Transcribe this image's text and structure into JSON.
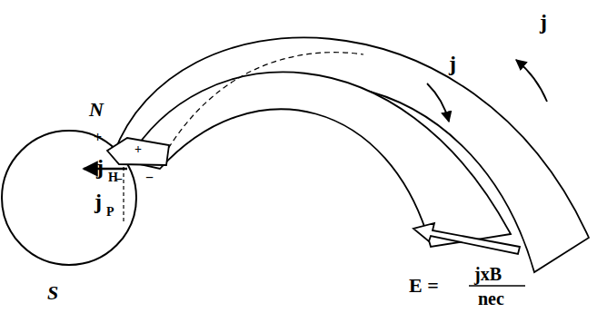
{
  "diagram": {
    "labels": [
      "N",
      "S",
      "j",
      "H",
      "j",
      "P",
      "+",
      "+",
      "−",
      "−",
      "j",
      "j",
      "E =",
      "jxB",
      "nec"
    ]
  }
}
